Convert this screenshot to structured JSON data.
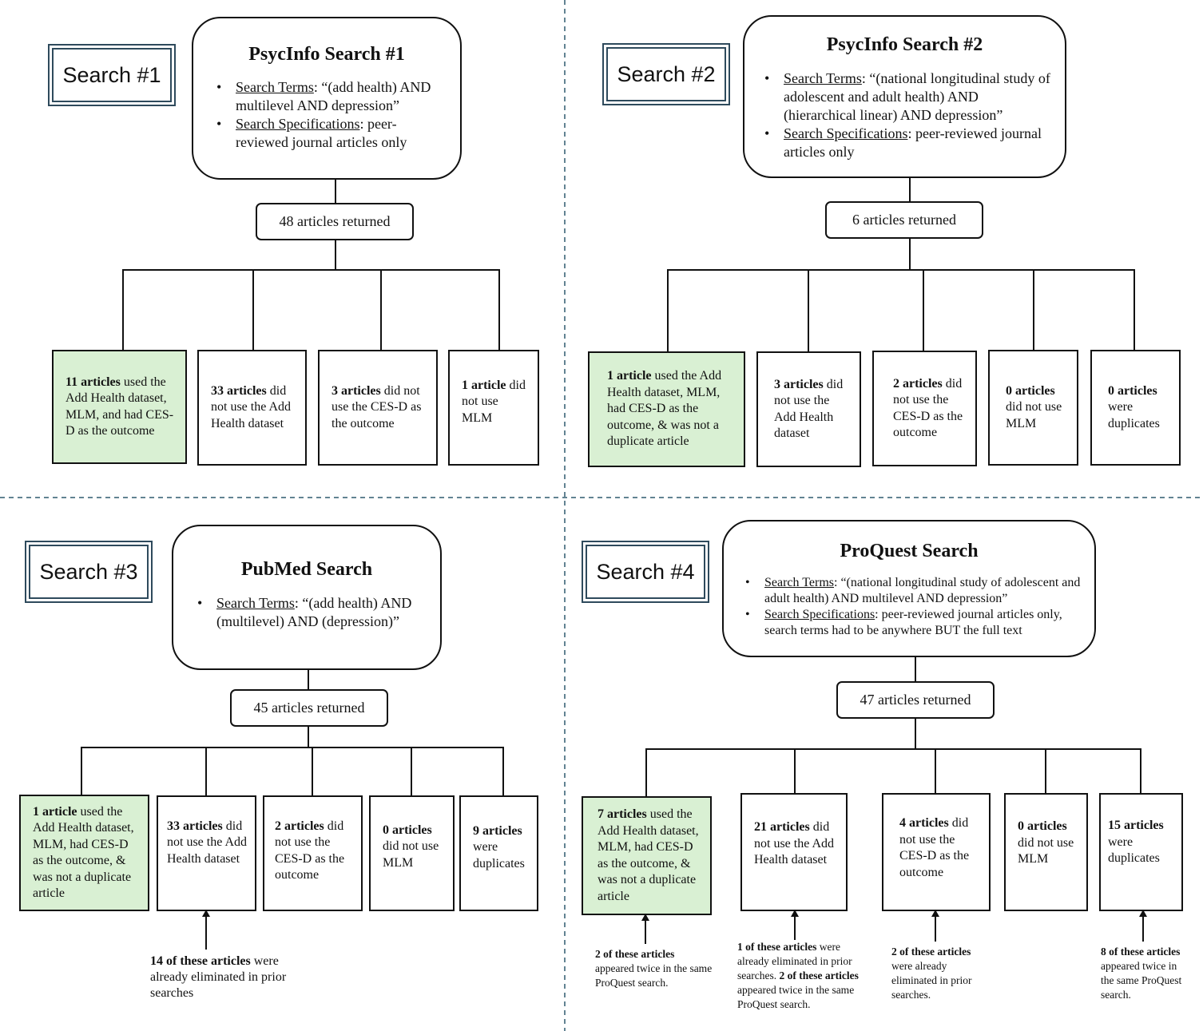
{
  "quadrants": [
    {
      "label": "Search #1",
      "title": "PsycInfo Search #1",
      "bullets": [
        {
          "term": "Search Terms",
          "rest": ": “(add health) AND multilevel AND depression”"
        },
        {
          "term": "Search Specifications",
          "rest": ": peer-reviewed journal articles only"
        }
      ],
      "returned": "48 articles returned",
      "leaves": [
        {
          "bold": "11 articles",
          "rest": " used the Add Health dataset, MLM, and had CES-D as the outcome"
        },
        {
          "bold": "33 articles",
          "rest": " did not use the Add Health dataset"
        },
        {
          "bold": "3 articles",
          "rest": " did not use the CES-D as the outcome"
        },
        {
          "bold": "1 article",
          "rest": " did not use MLM"
        }
      ],
      "notes": []
    },
    {
      "label": "Search #2",
      "title": "PsycInfo Search #2",
      "bullets": [
        {
          "term": "Search Terms",
          "rest": ": “(national longitudinal study of adolescent and adult health) AND (hierarchical linear) AND depression”"
        },
        {
          "term": "Search Specifications",
          "rest": ": peer-reviewed journal articles only"
        }
      ],
      "returned": "6 articles returned",
      "leaves": [
        {
          "bold": "1 article",
          "rest": " used the Add Health dataset, MLM, had CES-D as the outcome, & was not a duplicate article"
        },
        {
          "bold": "3 articles",
          "rest": " did not use the Add Health dataset"
        },
        {
          "bold": "2 articles",
          "rest": " did not use the CES-D as the outcome"
        },
        {
          "bold": "0 articles",
          "rest": " did not use MLM"
        },
        {
          "bold": "0 articles",
          "rest": " were duplicates"
        }
      ],
      "notes": []
    },
    {
      "label": "Search #3",
      "title": "PubMed Search",
      "bullets": [
        {
          "term": "Search Terms",
          "rest": ": “(add health) AND (multilevel) AND (depression)”"
        }
      ],
      "returned": "45 articles returned",
      "leaves": [
        {
          "bold": "1 article",
          "rest": " used the Add Health dataset, MLM, had CES-D as the outcome, & was not a duplicate article"
        },
        {
          "bold": "33 articles",
          "rest": " did not use the Add Health dataset"
        },
        {
          "bold": "2 articles",
          "rest": " did not use the CES-D as the outcome"
        },
        {
          "bold": "0 articles",
          "rest": " did not use MLM"
        },
        {
          "bold": "9 articles",
          "rest": " were duplicates"
        }
      ],
      "notes": [
        {
          "parts": [
            {
              "b": "14 of these articles"
            },
            {
              "t": " were already eliminated in prior searches"
            }
          ]
        }
      ]
    },
    {
      "label": "Search #4",
      "title": "ProQuest Search",
      "bullets": [
        {
          "term": "Search Terms",
          "rest": ": “(national longitudinal study of adolescent and adult health) AND multilevel AND depression”"
        },
        {
          "term": "Search Specifications",
          "rest": ": peer-reviewed journal articles only, search terms had to be anywhere BUT the full text"
        }
      ],
      "returned": "47 articles returned",
      "leaves": [
        {
          "bold": "7 articles",
          "rest": " used the Add Health dataset, MLM, had CES-D as the outcome, & was not a duplicate article"
        },
        {
          "bold": "21 articles",
          "rest": " did not use the Add Health dataset"
        },
        {
          "bold": "4 articles",
          "rest": " did not use the CES-D as the outcome"
        },
        {
          "bold": "0 articles",
          "rest": " did not use MLM"
        },
        {
          "bold": "15 articles",
          "rest": " were duplicates"
        }
      ],
      "notes": [
        {
          "parts": [
            {
              "b": "2 of these articles"
            },
            {
              "t": " appeared twice in the same ProQuest search."
            }
          ]
        },
        {
          "parts": [
            {
              "b": "1 of these articles"
            },
            {
              "t": " were already eliminated in prior searches. "
            },
            {
              "b": "2 of these articles"
            },
            {
              "t": " appeared twice in the same ProQuest search."
            }
          ]
        },
        {
          "parts": [
            {
              "b": "2 of these articles"
            },
            {
              "t": " were already eliminated in prior searches."
            }
          ]
        },
        {
          "parts": [
            {
              "b": "8 of these articles"
            },
            {
              "t": " appeared twice in the same ProQuest search."
            }
          ]
        }
      ]
    }
  ]
}
